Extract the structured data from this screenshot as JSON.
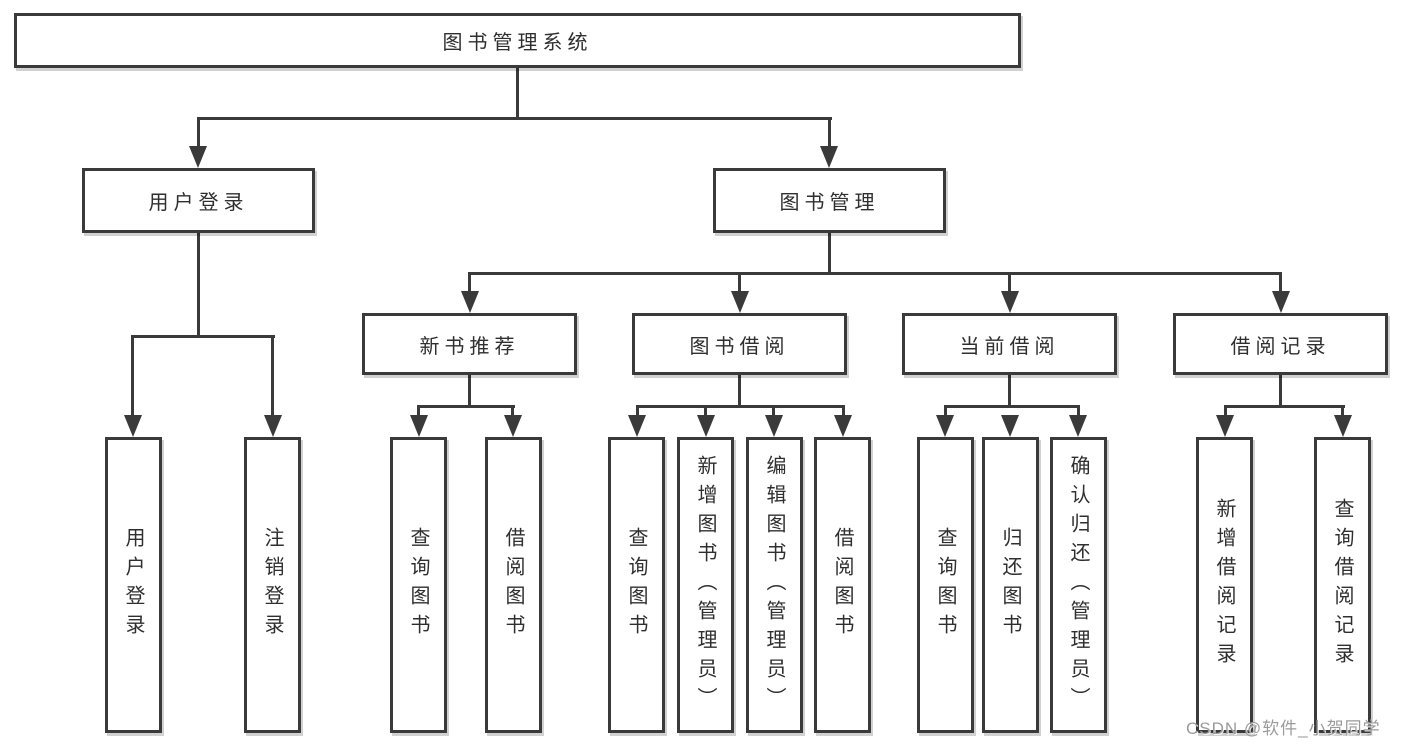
{
  "tree": {
    "root": {
      "label": "图书管理系统"
    },
    "children": [
      {
        "label": "用户登录",
        "children": [
          {
            "label": "用户登录"
          },
          {
            "label": "注销登录"
          }
        ]
      },
      {
        "label": "图书管理",
        "children": [
          {
            "label": "新书推荐",
            "children": [
              {
                "label": "查询图书"
              },
              {
                "label": "借阅图书"
              }
            ]
          },
          {
            "label": "图书借阅",
            "children": [
              {
                "label": "查询图书"
              },
              {
                "label": "新增图书（管理员）"
              },
              {
                "label": "编辑图书（管理员）"
              },
              {
                "label": "借阅图书"
              }
            ]
          },
          {
            "label": "当前借阅",
            "children": [
              {
                "label": "查询图书"
              },
              {
                "label": "归还图书"
              },
              {
                "label": "确认归还（管理员）"
              }
            ]
          },
          {
            "label": "借阅记录",
            "children": [
              {
                "label": "新增借阅记录"
              },
              {
                "label": "查询借阅记录"
              }
            ]
          }
        ]
      }
    ]
  },
  "watermark": {
    "text": "CSDN @软件_小贺同学"
  },
  "colors": {
    "line": "#3a3a3a",
    "box_border": "#3a3a3a",
    "text": "#2f2f2f",
    "watermark": "#9b9b9b",
    "background": "#ffffff"
  }
}
